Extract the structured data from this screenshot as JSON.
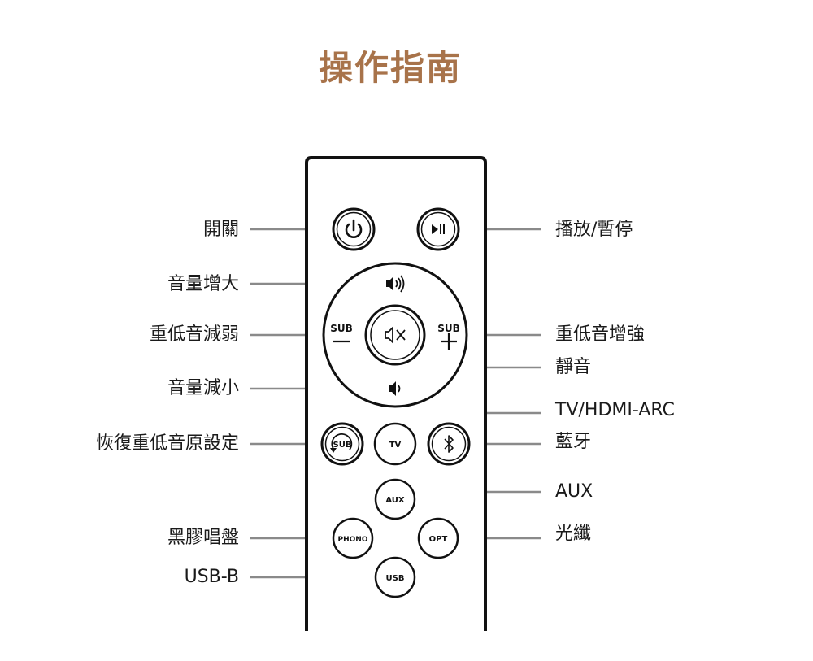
{
  "title": "操作指南",
  "colors": {
    "title": "#a8734a",
    "leader": "#8a8a8a",
    "outline": "#111111"
  },
  "labels": {
    "power": "開關",
    "play_pause": "播放/暫停",
    "vol_up": "音量增大",
    "sub_down": "重低音減弱",
    "sub_up": "重低音增強",
    "mute": "靜音",
    "vol_down": "音量減小",
    "tv_hdmi": "TV/HDMI-ARC",
    "sub_reset": "恢復重低音原設定",
    "bluetooth": "藍牙",
    "aux": "AUX",
    "phono": "黑膠唱盤",
    "optical": "光纖",
    "usb_b": "USB-B"
  },
  "buttons": {
    "sub_text": "SUB",
    "tv": "TV",
    "aux": "AUX",
    "phono": "PHONO",
    "opt": "OPT",
    "usb": "USB"
  },
  "icons": {
    "power": "power-icon",
    "play_pause": "play-pause-icon",
    "vol_up": "speaker-up-icon",
    "vol_down": "speaker-down-icon",
    "mute": "mute-icon",
    "sub_reset": "sub-reset-icon",
    "bluetooth": "bluetooth-icon"
  }
}
